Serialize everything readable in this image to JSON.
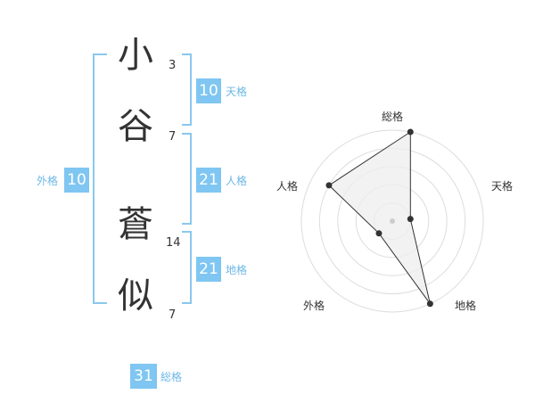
{
  "name": {
    "chars": [
      {
        "char": "小",
        "strokes": "3"
      },
      {
        "char": "谷",
        "strokes": "7"
      },
      {
        "char": "蒼",
        "strokes": "14"
      },
      {
        "char": "似",
        "strokes": "7"
      }
    ]
  },
  "kaku": {
    "tenkaku": {
      "value": "10",
      "label": "天格"
    },
    "jinkaku": {
      "value": "21",
      "label": "人格"
    },
    "chikaku": {
      "value": "21",
      "label": "地格"
    },
    "gaikaku": {
      "value": "10",
      "label": "外格"
    },
    "soukaku": {
      "value": "31",
      "label": "総格"
    }
  },
  "chart_data": {
    "type": "radar",
    "axes": [
      "総格",
      "天格",
      "地格",
      "外格",
      "人格"
    ],
    "values": [
      5,
      1,
      5,
      1,
      4
    ],
    "range": [
      0,
      5
    ],
    "rings": 5
  },
  "colors": {
    "accent": "#7fc6f2",
    "bracket": "#8ac8ec",
    "fill": "#eeeeee",
    "line": "#333333"
  }
}
